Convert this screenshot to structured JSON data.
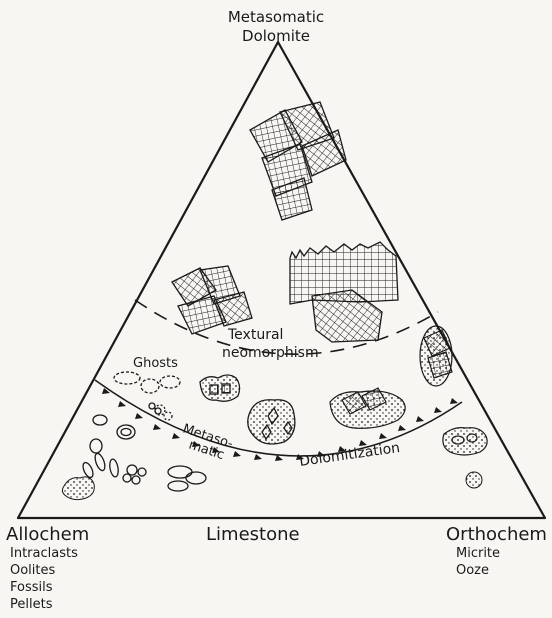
{
  "apex": {
    "line1": "Metasomatic",
    "line2": "Dolomite"
  },
  "corners": {
    "left": {
      "title": "Allochem",
      "items": [
        "Intraclasts",
        "Oolites",
        "Fossils",
        "Pellets"
      ]
    },
    "bottom": {
      "title": "Limestone"
    },
    "right": {
      "title": "Orthochem",
      "items": [
        "Micrite",
        "Ooze"
      ]
    }
  },
  "zones": {
    "textural_line1": "Textural",
    "textural_line2": "neomorphism",
    "ghosts": "Ghosts",
    "metasomatic_line1": "Metaso-",
    "metasomatic_line2": "matic",
    "dolomitization": "Dolomitization"
  },
  "colors": {
    "ink": "#1a1a1a",
    "paper": "#f7f6f2"
  }
}
